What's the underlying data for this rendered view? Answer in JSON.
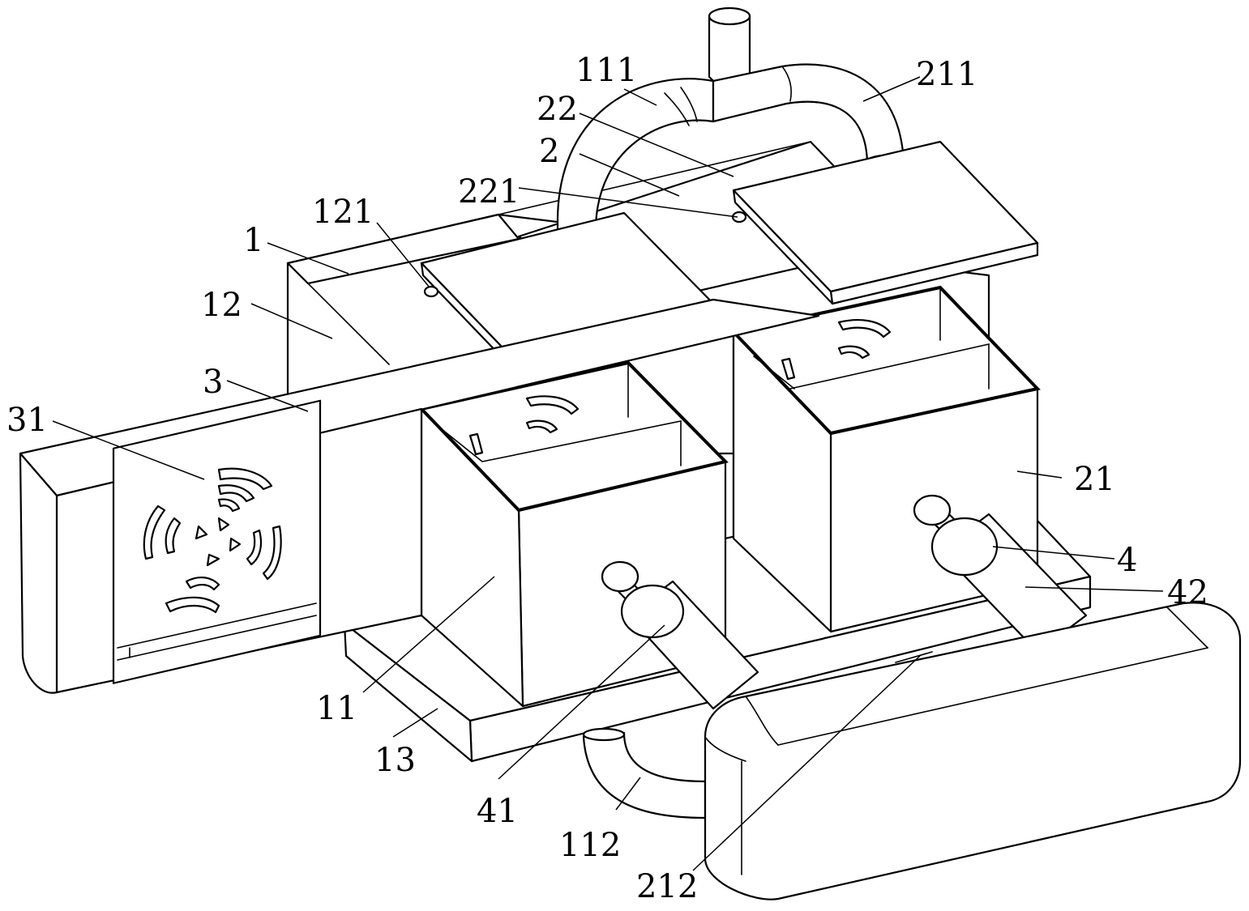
{
  "figure": {
    "labels": [
      {
        "id": "l111",
        "text": "111"
      },
      {
        "id": "l211",
        "text": "211"
      },
      {
        "id": "l22",
        "text": "22"
      },
      {
        "id": "l2",
        "text": "2"
      },
      {
        "id": "l221",
        "text": "221"
      },
      {
        "id": "l121",
        "text": "121"
      },
      {
        "id": "l1",
        "text": "1"
      },
      {
        "id": "l12",
        "text": "12"
      },
      {
        "id": "l3",
        "text": "3"
      },
      {
        "id": "l31",
        "text": "31"
      },
      {
        "id": "l21",
        "text": "21"
      },
      {
        "id": "l4",
        "text": "4"
      },
      {
        "id": "l42",
        "text": "42"
      },
      {
        "id": "l11",
        "text": "11"
      },
      {
        "id": "l13",
        "text": "13"
      },
      {
        "id": "l41",
        "text": "41"
      },
      {
        "id": "l112",
        "text": "112"
      },
      {
        "id": "l212",
        "text": "212"
      }
    ]
  }
}
